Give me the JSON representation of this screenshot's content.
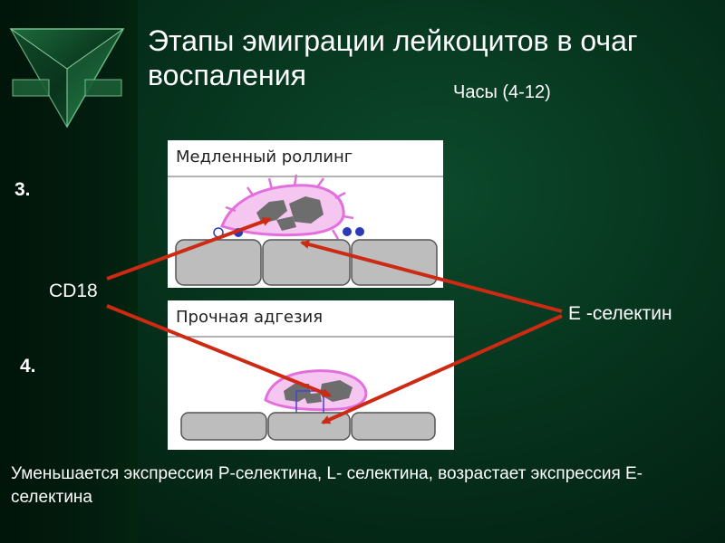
{
  "slide": {
    "title": "Этапы эмиграции лейкоцитов в очаг воспаления",
    "hours": "Часы (4-12)",
    "step3": "3.",
    "step4": "4.",
    "cd18_label": "CD18",
    "eselectin_label": "Е -селектин",
    "panel1_title": "Медленный роллинг",
    "panel2_title": "Прочная адгезия",
    "bottom_text": "Уменьшается экспрессия Р-селектина, L- селектина, возрастает экспрессия Е- селектина"
  },
  "colors": {
    "arrow": "#cc2a12",
    "cell_membrane": "#e36fdc",
    "cell_fill": "#f4c6f0",
    "endothelium": "#bdbdbd",
    "selectin_dots": "#2a3bb5"
  },
  "icons": {
    "logo": "triangle-logo-icon"
  }
}
